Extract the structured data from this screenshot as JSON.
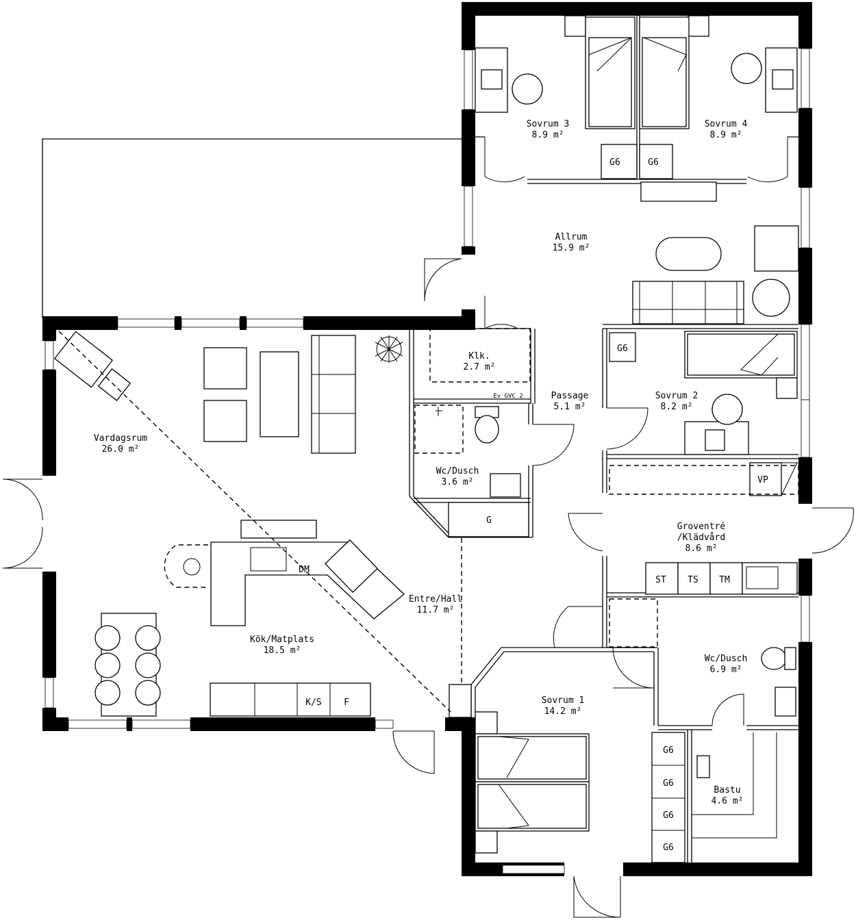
{
  "rooms": [
    {
      "name": "Sovrum 3",
      "area": "8.9 m²"
    },
    {
      "name": "Sovrum 4",
      "area": "8.9 m²"
    },
    {
      "name": "Allrum",
      "area": "15.9 m²"
    },
    {
      "name": "Klk.",
      "area": "2.7 m²"
    },
    {
      "name": "Passage",
      "area": "5.1 m²"
    },
    {
      "name": "Sovrum 2",
      "area": "8.2 m²"
    },
    {
      "name": "Vardagsrum",
      "area": "26.0 m²"
    },
    {
      "name": "Wc/Dusch",
      "area": "3.6 m²"
    },
    {
      "name": "Groventré",
      "name2": "/Klädvård",
      "area": "8.6 m²"
    },
    {
      "name": "Entre/Hall",
      "area": "11.7 m²"
    },
    {
      "name": "Kök/Matplats",
      "area": "18.5 m²"
    },
    {
      "name": "Wc/Dusch",
      "area": "6.9 m²"
    },
    {
      "name": "Sovrum 1",
      "area": "14.2 m²"
    },
    {
      "name": "Bastu",
      "area": "4.6 m²"
    }
  ],
  "equipment": {
    "g6": "G6",
    "g": "G",
    "vp": "VP",
    "st": "ST",
    "ts": "TS",
    "tm": "TM",
    "dm": "DM",
    "ks": "K/S",
    "f": "F",
    "gvc": "Ev GVC 2"
  }
}
